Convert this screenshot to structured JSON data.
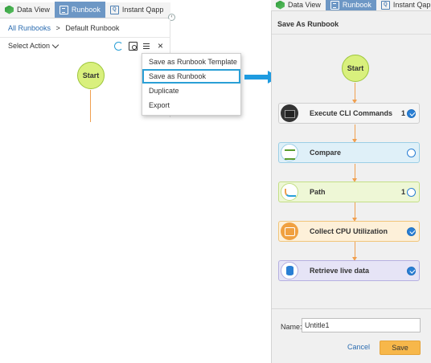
{
  "tabs": [
    {
      "label": "Data View",
      "icon": "data-view-icon"
    },
    {
      "label": "Runbook",
      "icon": "runbook-icon",
      "active": true
    },
    {
      "label": "Instant Qapp",
      "icon": "qapp-icon"
    }
  ],
  "left_panel": {
    "breadcrumb": {
      "root": "All Runbooks",
      "separator": ">",
      "current": "Default Runbook"
    },
    "select_action": "Select Action",
    "start_node": "Start",
    "toolbar_icons": [
      "refresh-icon",
      "fit-view-icon",
      "menu-icon",
      "close-icon"
    ]
  },
  "dropdown_menu": {
    "items": [
      {
        "label": "Save as Runbook Template"
      },
      {
        "label": "Save as Runbook",
        "highlighted": true
      },
      {
        "label": "Duplicate"
      },
      {
        "label": "Export"
      }
    ]
  },
  "right_panel": {
    "title": "Save As Runbook",
    "start_node": "Start",
    "nodes": [
      {
        "label": "Execute CLI Commands",
        "count": "1",
        "checked": true,
        "icon": "cli-icon",
        "color": "#f5f5f5"
      },
      {
        "label": "Compare",
        "count": "",
        "checked": false,
        "icon": "compare-icon",
        "color": "#dff0f8"
      },
      {
        "label": "Path",
        "count": "1",
        "checked": false,
        "icon": "path-icon",
        "color": "#eef7d6"
      },
      {
        "label": "Collect CPU Utilization",
        "count": "",
        "checked": true,
        "icon": "cpu-icon",
        "color": "#fdf0d9"
      },
      {
        "label": "Retrieve live data",
        "count": "",
        "checked": true,
        "icon": "database-icon",
        "color": "#e6e4f6"
      }
    ],
    "name_label": "Name:",
    "name_value": "Untitle1",
    "cancel_label": "Cancel",
    "save_label": "Save"
  },
  "colors": {
    "accent_blue": "#2a9fd6",
    "active_tab": "#6d97c5",
    "save_button": "#f7b74a",
    "start_node": "#d9f07d",
    "connector": "#f0a050"
  }
}
